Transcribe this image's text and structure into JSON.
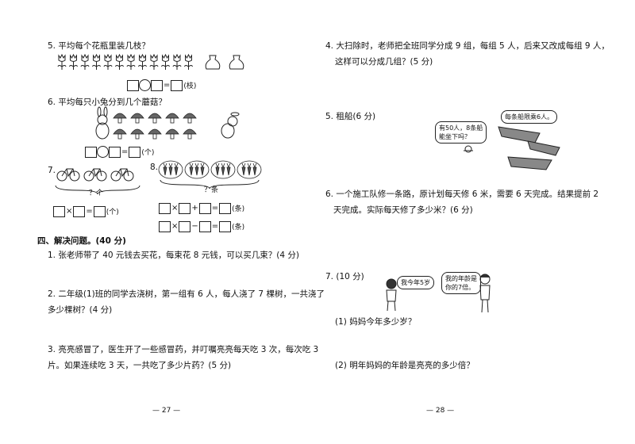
{
  "left": {
    "q5": {
      "title": "5. 平均每个花瓶里装几枝？",
      "unit": "(枝)"
    },
    "q6": {
      "title": "6. 平均每只小兔分到几个蘑菇？",
      "unit": "(个)"
    },
    "q7": {
      "label": "7.",
      "brace": "？个",
      "unit": "(个)"
    },
    "q8": {
      "label": "8.",
      "brace": "？条",
      "unit1": "(条)",
      "unit2": "(条)"
    },
    "section": "四、解决问题。(40 分)",
    "p1": "1. 张老师带了 40 元钱去买花，每束花 8 元钱，可以买几束？(4 分)",
    "p2a": "2. 二年级(1)班的同学去浇树，第一组有 6 人，每人浇了 7 棵树，一共浇了",
    "p2b": "多少棵树？(4 分)",
    "p3a": "3. 亮亮感冒了，医生开了一些感冒药，并叮嘱亮亮每天吃 3 次，每次吃 3",
    "p3b": "片。如果连续吃 3 天，一共吃了多少片药？(5 分)",
    "page": "— 27 —"
  },
  "right": {
    "q4a": "4. 大扫除时，老师把全班同学分成 9 组，每组 5 人，后来又改成每组 9 人，",
    "q4b": "这样可以分成几组？(5 分)",
    "q5": "5. 租船(6 分)",
    "bubble_boat": "每条船限乘6人。",
    "bubble_q1": "有50人，8条船",
    "bubble_q2": "能坐下吗？",
    "q6a": "6. 一个施工队修一条路，原计划每天修 6 米，需要 6 天完成。结果提前 2",
    "q6b": "天完成。实际每天修了多少米？(6 分)",
    "q7": "7. (10 分)",
    "bubble_kid": "我今年5岁",
    "bubble_mom1": "我的年龄是",
    "bubble_mom2": "你的7倍。",
    "sub1": "(1) 妈妈今年多少岁？",
    "sub2": "(2) 明年妈妈的年龄是亮亮的多少倍？",
    "page": "— 28 —"
  }
}
